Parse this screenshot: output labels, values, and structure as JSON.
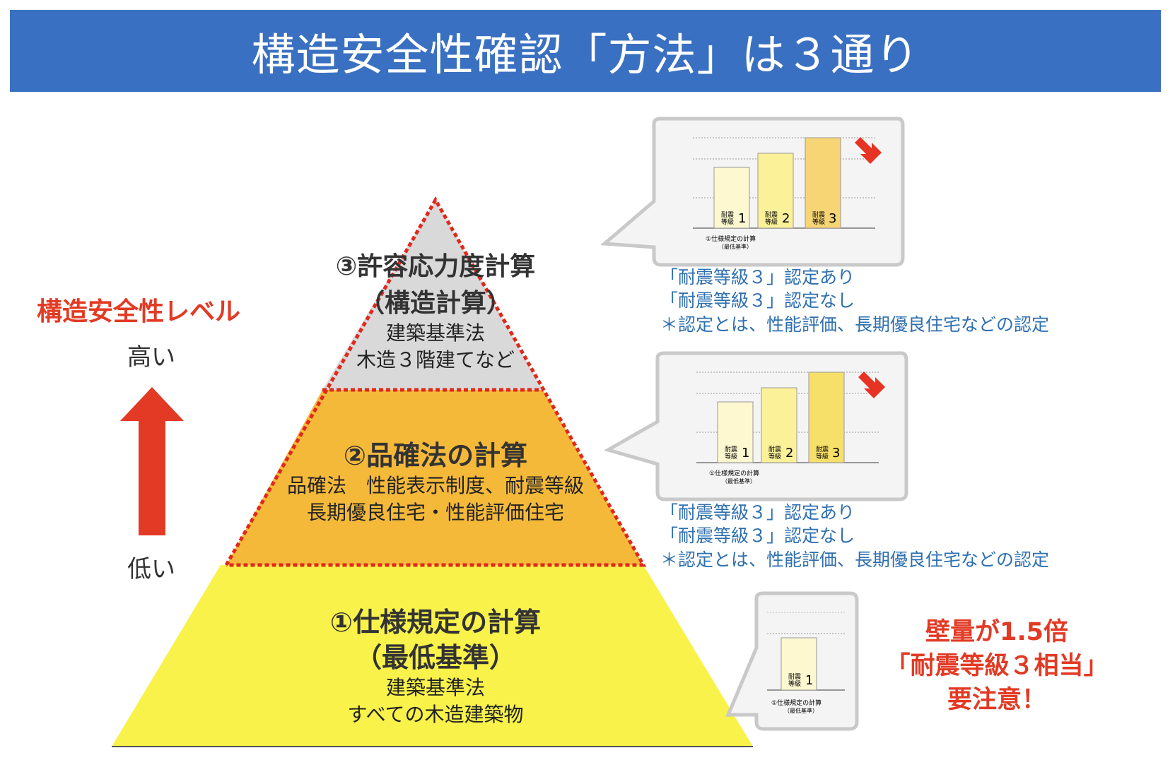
{
  "title": "構造安全性確認「方法」は３通り",
  "level": {
    "heading": "構造安全性レベル",
    "high": "高い",
    "low": "低い"
  },
  "pyramid": {
    "tier3": {
      "title": "③許容応力度計算",
      "subtitle": "（構造計算）",
      "lines": [
        "建築基準法",
        "木造３階建てなど"
      ]
    },
    "tier2": {
      "title": "②品確法の計算",
      "lines": [
        "品確法　性能表示制度、耐震等級",
        "長期優良住宅・性能評価住宅"
      ]
    },
    "tier1": {
      "title": "①仕様規定の計算",
      "subtitle": "（最低基準）",
      "lines": [
        "建築基準法",
        "すべての木造建築物"
      ]
    }
  },
  "callouts": {
    "bar_label": "耐震等級",
    "grade_numbers": [
      "1",
      "2",
      "3"
    ],
    "caption": "①仕様規定の計算",
    "caption_sub": "（最低基準）",
    "notes": [
      "「耐震等級３」認定あり",
      "「耐震等級３」認定なし",
      "＊認定とは、性能評価、長期優良住宅などの認定"
    ]
  },
  "warning": {
    "lines": [
      "壁量が1.5倍",
      "「耐震等級３相当」",
      "要注意！"
    ]
  },
  "colors": {
    "banner": "#3a70c1",
    "tier3_fill": "#d9d9d9",
    "tier2_fill": "#f5b93a",
    "tier1_fill": "#f8f24a",
    "dotted_border": "#e0281b",
    "accent_red": "#e23a24",
    "note_blue": "#2e6fb0"
  }
}
